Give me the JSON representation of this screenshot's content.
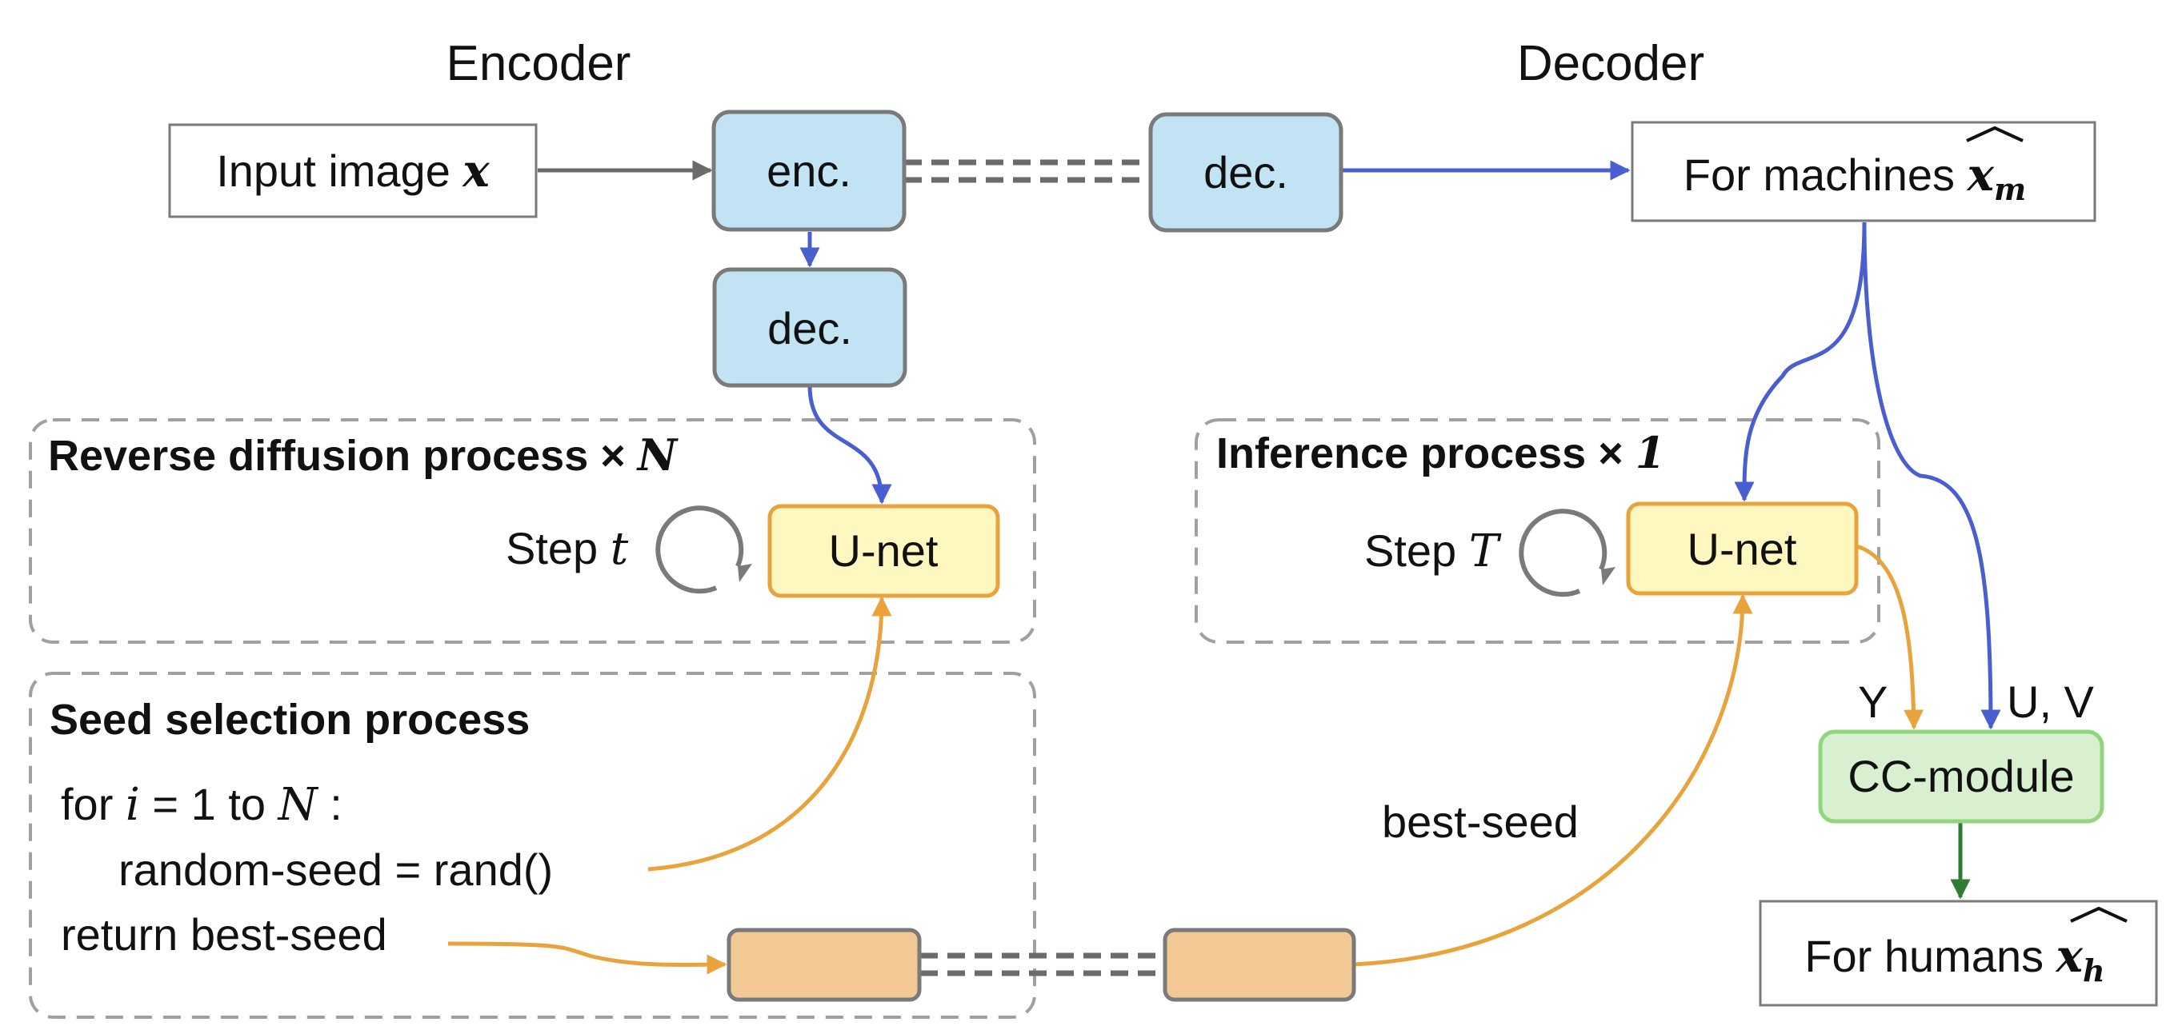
{
  "colors": {
    "blue_box": "#c2e3f4",
    "yellow_box": "#fff7c0",
    "yellow_border": "#e8a33d",
    "green_box": "#d8f0d0",
    "green_border": "#8fd67d",
    "orange_box": "#f2c994",
    "gray_border": "#7a7a7a",
    "blue_arrow": "#4a5fcf",
    "orange_arrow": "#e8a33d",
    "green_arrow": "#2e7d32",
    "gray_arrow": "#6b6b6b"
  },
  "titles": {
    "encoder": "Encoder",
    "decoder": "Decoder"
  },
  "nodes": {
    "input_image": {
      "text": "Input image ",
      "symbol": "x"
    },
    "enc": "enc.",
    "dec_top_right": "dec.",
    "dec_left": "dec.",
    "for_machines": {
      "text": "For machines ",
      "symbol": "x",
      "subscript": "m"
    },
    "for_humans": {
      "text": "For humans ",
      "symbol": "x",
      "subscript": "h"
    },
    "unet_left": "U-net",
    "unet_right": "U-net",
    "cc_module": "CC-module"
  },
  "groups": {
    "reverse_diffusion": {
      "title": "Reverse diffusion process × ",
      "symbol": "N"
    },
    "inference": {
      "title": "Inference process × ",
      "symbol": "1"
    },
    "seed_selection": {
      "title": "Seed selection process"
    }
  },
  "steps": {
    "left": {
      "text": "Step ",
      "symbol": "t"
    },
    "right": {
      "text": "Step ",
      "symbol": "T"
    }
  },
  "seed_code": {
    "line1_prefix": "for ",
    "line1_var": "i",
    "line1_mid": " = 1 to ",
    "line1_n": "N",
    "line1_suffix": " :",
    "line2": "random-seed = rand()",
    "line3": "return best-seed"
  },
  "edge_labels": {
    "best_seed": "best-seed",
    "y": "Y",
    "uv": "U, V"
  }
}
